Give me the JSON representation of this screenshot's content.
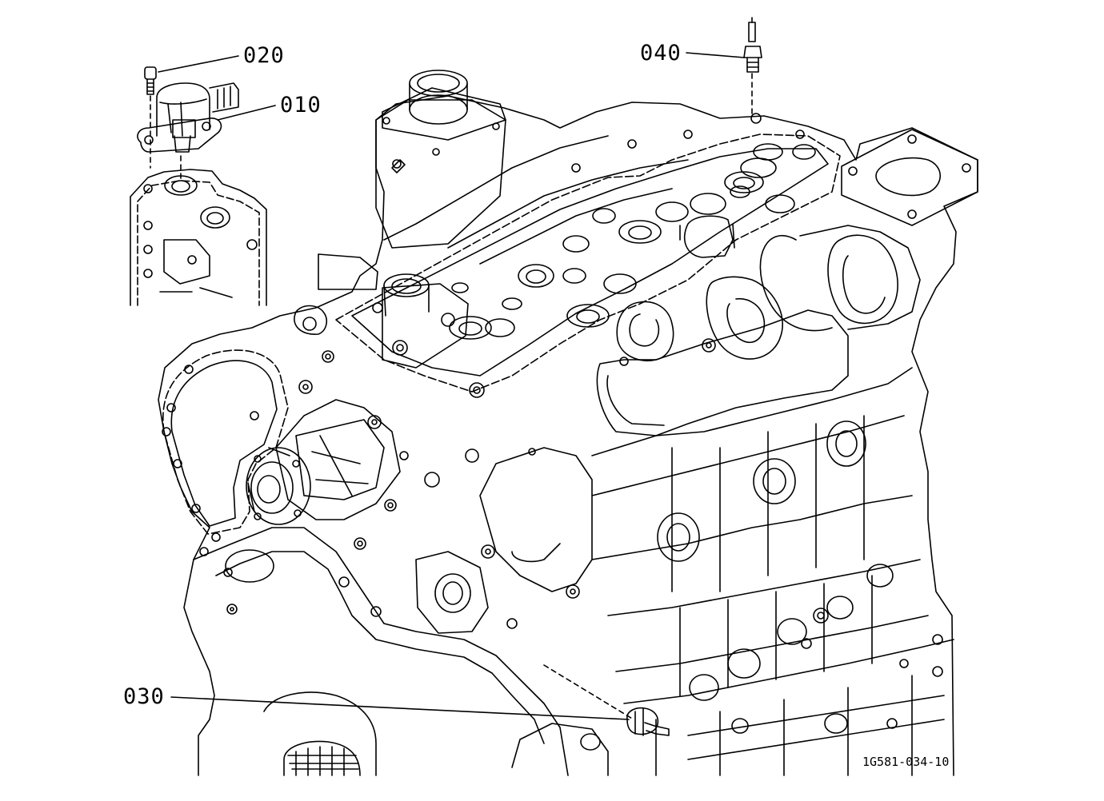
{
  "callouts": {
    "p010": "010",
    "p020": "020",
    "p030": "030",
    "p040": "040"
  },
  "document_number": "1G581-034-10",
  "colors": {
    "line": "#000000",
    "background": "#ffffff"
  }
}
